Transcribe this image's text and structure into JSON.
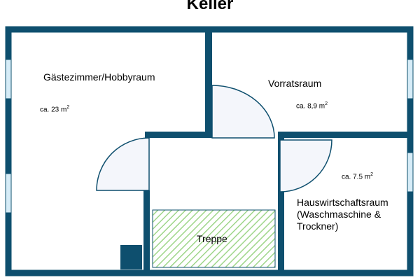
{
  "title": "Keller",
  "colors": {
    "wall": "#0e4f6e",
    "window": "#d6ecf7",
    "door": "#f4f6fb",
    "stairs_hatch": "#9fd68a"
  },
  "rooms": [
    {
      "name": "Gästezimmer/Hobbyraum",
      "area_text": "ca. 23 m",
      "area_sup": "2"
    },
    {
      "name": "Vorratsraum",
      "area_text": "ca. 8,9 m",
      "area_sup": "2"
    },
    {
      "name": "Hauswirtschaftsraum (Waschmaschine & Trockner)",
      "name_lines": [
        "Hauswirtschaftsraum",
        "(Waschmaschine &",
        "Trockner)"
      ],
      "area_text": "ca. 7.5 m",
      "area_sup": "2"
    }
  ],
  "stairs": {
    "label": "Treppe"
  }
}
